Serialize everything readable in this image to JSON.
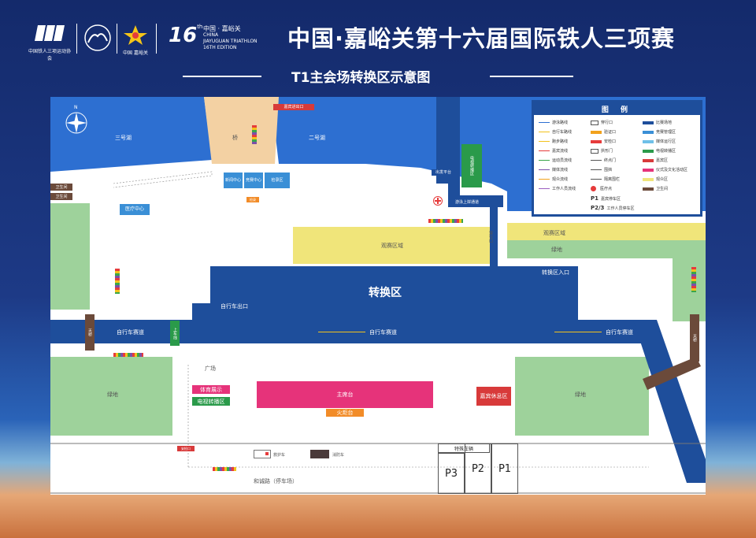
{
  "header": {
    "title": "中国·嘉峪关第十六届国际铁人三项赛",
    "subtitle": "T1主会场转换区示意图",
    "logo_text_1": "中国铁人三项运动协会",
    "logo_text_3": "中国 嘉峪关",
    "edition_number": "16",
    "edition_super": "th",
    "edition_cn": "中国 · 嘉峪关",
    "edition_en_1": "CHINA",
    "edition_en_2": "JIAYUGUAN TRIATHLON",
    "edition_en_3": "16TH EDITION"
  },
  "legend": {
    "title": "图 例",
    "items": [
      {
        "label": "游泳路线",
        "color": "#2d6fd1",
        "kind": "arrow"
      },
      {
        "label": "自行车路线",
        "color": "#f2c21c",
        "kind": "arrow"
      },
      {
        "label": "跑步路线",
        "color": "#f2c21c",
        "kind": "arrow"
      },
      {
        "label": "嘉宾流线",
        "color": "#e63b3b",
        "kind": "arrow"
      },
      {
        "label": "运动员流线",
        "color": "#3aa64a",
        "kind": "arrow"
      },
      {
        "label": "媒体流线",
        "color": "#7b4fa8",
        "kind": "arrow"
      },
      {
        "label": "观众流线",
        "color": "#f2a21c",
        "kind": "arrow"
      },
      {
        "label": "工作人员流线",
        "color": "#9b5fc0",
        "kind": "arrow"
      },
      {
        "label": "穿行口",
        "color": "#555555",
        "kind": "bracket"
      },
      {
        "label": "验证口",
        "color": "#f2a21c",
        "kind": "bar"
      },
      {
        "label": "安检口",
        "color": "#e63b3b",
        "kind": "bar"
      },
      {
        "label": "拱形门",
        "color": "#555555",
        "kind": "arch"
      },
      {
        "label": "终点门",
        "color": "#555555",
        "kind": "line"
      },
      {
        "label": "围挡",
        "color": "#555555",
        "kind": "line"
      },
      {
        "label": "隔离围栏",
        "color": "#555555",
        "kind": "line"
      },
      {
        "label": "医疗点",
        "color": "#e63b3b",
        "kind": "cross"
      },
      {
        "label": "嘉宾停车区",
        "prefix": "P1",
        "kind": "text"
      },
      {
        "label": "工作人员停车区",
        "prefix": "P2/3",
        "kind": "text"
      },
      {
        "label": "比赛场地",
        "color": "#1e4e9b",
        "kind": "bar"
      },
      {
        "label": "竞赛管理区",
        "color": "#3a8fd6",
        "kind": "bar"
      },
      {
        "label": "媒体运行区",
        "color": "#6fc0e8",
        "kind": "bar"
      },
      {
        "label": "电视转播区",
        "color": "#2a9a4a",
        "kind": "bar"
      },
      {
        "label": "嘉宾区",
        "color": "#d83a3a",
        "kind": "bar"
      },
      {
        "label": "仪式及文化活动区",
        "color": "#e6337a",
        "kind": "bar"
      },
      {
        "label": "观众区",
        "color": "#f0e57a",
        "kind": "bar"
      },
      {
        "label": "卫生间",
        "color": "#6b4a3a",
        "kind": "bar"
      }
    ]
  },
  "map": {
    "compass": "N",
    "lake3": "三号湖",
    "lake2": "二号湖",
    "bridge": "桥",
    "top_gate": "嘉宾进出口",
    "restroom1": "卫生间",
    "restroom2": "卫生间",
    "medical_center": "医疗中心",
    "news_center": "新闻中心",
    "competition_center": "竞赛中心",
    "vip_area": "检录区",
    "red_tag_top": "检录",
    "start_platform": "出发平台",
    "tv_area": "电视转播区",
    "swim_exit": "游泳上岸通道",
    "viewing_left": "观赛区域",
    "viewing_right": "观赛区域",
    "greenland_right": "绿地",
    "transition": "转换区",
    "transition_entrance": "转换区入口",
    "bike_exit": "自行车出口",
    "bike_lane_1": "自行车赛道",
    "bike_lane_2": "自行车赛道",
    "bike_lane_3": "自行车赛道",
    "tianqiao_left": "天桥",
    "tianqiao_right": "天桥",
    "mount_line": "上车线",
    "plaza": "广场",
    "green_left": "绿地",
    "green_right": "绿地",
    "sports_display": "体育展示",
    "tv_relay": "电视转播区",
    "main_stage": "主席台",
    "torch": "火炬台",
    "vip_lounge": "嘉宾休息区",
    "special_vehicles": "特殊车辆",
    "ambulance": "救护车",
    "fire_truck": "消防车",
    "red_tag_bottom": "安检口",
    "road": "和诚路（停车场）",
    "p3": "P3",
    "p2": "P2",
    "p1": "P1",
    "door_label": "穿行口"
  },
  "colors": {
    "course": "#1e4e9b",
    "water": "#2d6fd1",
    "sand": "#f3d1a3",
    "green": "#9ed29b",
    "viewing": "#f0e57a",
    "main_stage": "#e6337a",
    "vip": "#d83a3a",
    "tv": "#2a9a4a",
    "restroom": "#6b4a3a",
    "orange": "#f28c28"
  }
}
